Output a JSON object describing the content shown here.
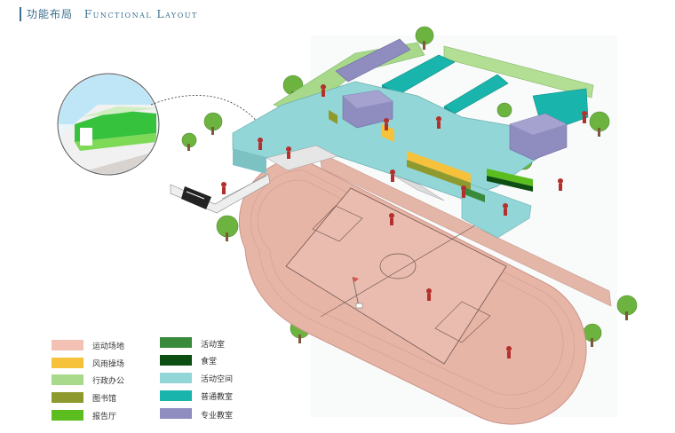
{
  "header": {
    "title_cn": "功能布局",
    "title_en": "Functional Layout"
  },
  "legend": {
    "items": [
      {
        "label": "运动场地",
        "color": "#f4c2b5"
      },
      {
        "label": "风雨操场",
        "color": "#f6c13b"
      },
      {
        "label": "行政办公",
        "color": "#a9d98a"
      },
      {
        "label": "图书馆",
        "color": "#8f9a2e"
      },
      {
        "label": "报告厅",
        "color": "#5cbd1f"
      },
      {
        "label": "活动室",
        "color": "#3a8a3c"
      },
      {
        "label": "食堂",
        "color": "#0d4f12"
      },
      {
        "label": "活动空间",
        "color": "#93d6d7"
      },
      {
        "label": "普通教室",
        "color": "#19b5ad"
      },
      {
        "label": "专业教室",
        "color": "#8f8cbf"
      }
    ]
  }
}
